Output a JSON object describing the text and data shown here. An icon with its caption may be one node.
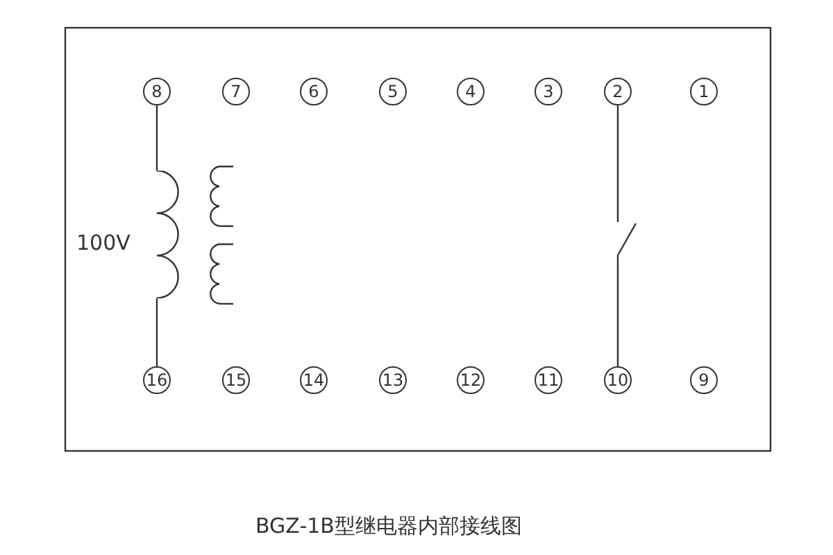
{
  "diagram": {
    "caption": "BGZ-1B型继电器内部接线图",
    "nodes": [
      {
        "text": [
          "8"
        ]
      },
      {
        "text": [
          "7"
        ]
      },
      {
        "text": [
          "6"
        ]
      },
      {
        "text": [
          "5"
        ]
      },
      {
        "text": [
          "4"
        ]
      },
      {
        "text": [
          "3"
        ]
      },
      {
        "text": [
          "2"
        ]
      },
      {
        "text": [
          "1"
        ]
      },
      {
        "text": [
          "16"
        ]
      },
      {
        "text": [
          "15"
        ]
      },
      {
        "text": [
          "14"
        ]
      },
      {
        "text": [
          "13"
        ]
      },
      {
        "text": [
          "12"
        ]
      },
      {
        "text": [
          "11"
        ]
      },
      {
        "text": [
          "10"
        ]
      },
      {
        "text": [
          "9"
        ]
      },
      {
        "text": [],
        "shape": "coil"
      },
      {
        "text": [],
        "shape": "switch"
      }
    ],
    "edges": [
      {
        "from": 0,
        "to": 16,
        "arrow": "none"
      },
      {
        "from": 16,
        "to": 8,
        "arrow": "none"
      },
      {
        "from": 6,
        "to": 17,
        "arrow": "none"
      },
      {
        "from": 17,
        "to": 14,
        "arrow": "none"
      }
    ],
    "labels": [
      "100V"
    ]
  }
}
